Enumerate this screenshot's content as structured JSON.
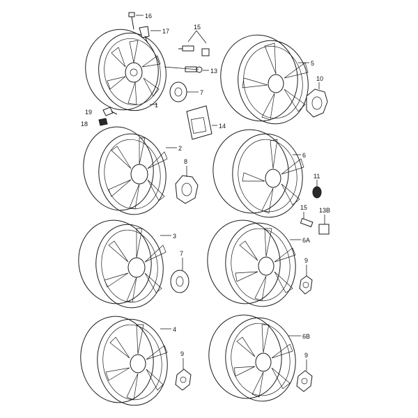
{
  "callouts": {
    "c1": "1",
    "c2": "2",
    "c3": "3",
    "c4": "4",
    "c5": "5",
    "c6": "6",
    "c6a": "6A",
    "c6b": "6B",
    "c7a": "7",
    "c7b": "7",
    "c8": "8",
    "c9a": "9",
    "c9b": "9",
    "c9c": "9",
    "c10": "10",
    "c11": "11",
    "c13": "13",
    "c13b": "13B",
    "c14": "14",
    "c15a": "15",
    "c15b": "15",
    "c16": "16",
    "c17": "17",
    "c18": "18",
    "c19": "19"
  }
}
